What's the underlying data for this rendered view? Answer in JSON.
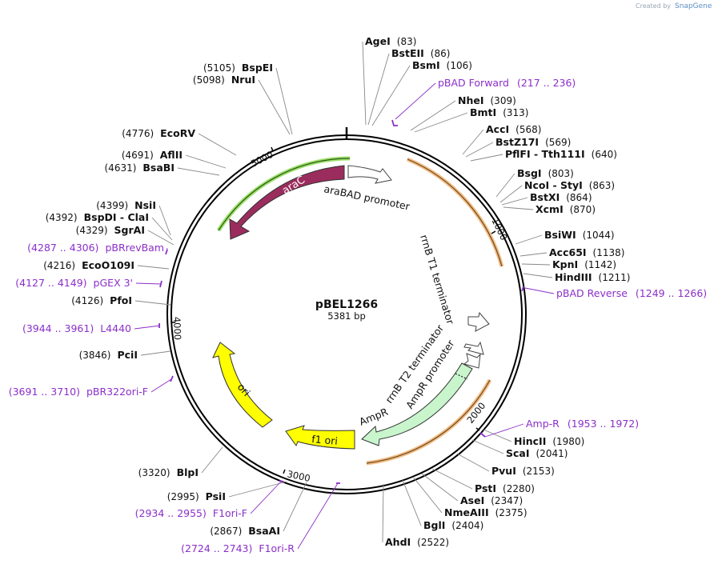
{
  "credit": {
    "prefix": "Created by",
    "brand": "SnapGene"
  },
  "plasmid": {
    "name": "pBEL1266",
    "length_label": "5381 bp",
    "length": 5381
  },
  "ticks": [
    "1000",
    "2000",
    "3000",
    "4000",
    "5000"
  ],
  "enzymes": [
    {
      "name": "AgeI",
      "pos": "(83)"
    },
    {
      "name": "BstEII",
      "pos": "(86)"
    },
    {
      "name": "BsmI",
      "pos": "(106)"
    },
    {
      "name": "NheI",
      "pos": "(309)"
    },
    {
      "name": "BmtI",
      "pos": "(313)"
    },
    {
      "name": "AccI",
      "pos": "(568)"
    },
    {
      "name": "BstZ17I",
      "pos": "(569)"
    },
    {
      "name": "PflFI - Tth111I",
      "pos": "(640)"
    },
    {
      "name": "BsgI",
      "pos": "(803)"
    },
    {
      "name": "NcoI - StyI",
      "pos": "(863)"
    },
    {
      "name": "BstXI",
      "pos": "(864)"
    },
    {
      "name": "XcmI",
      "pos": "(870)"
    },
    {
      "name": "BsiWI",
      "pos": "(1044)"
    },
    {
      "name": "Acc65I",
      "pos": "(1138)"
    },
    {
      "name": "KpnI",
      "pos": "(1142)"
    },
    {
      "name": "HindIII",
      "pos": "(1211)"
    },
    {
      "name": "HincII",
      "pos": "(1980)"
    },
    {
      "name": "ScaI",
      "pos": "(2041)"
    },
    {
      "name": "PvuI",
      "pos": "(2153)"
    },
    {
      "name": "PstI",
      "pos": "(2280)"
    },
    {
      "name": "AseI",
      "pos": "(2347)"
    },
    {
      "name": "NmeAIII",
      "pos": "(2375)"
    },
    {
      "name": "BglI",
      "pos": "(2404)"
    },
    {
      "name": "AhdI",
      "pos": "(2522)"
    },
    {
      "name": "BsaAI",
      "pos": "(2867)"
    },
    {
      "name": "PsiI",
      "pos": "(2995)"
    },
    {
      "name": "BlpI",
      "pos": "(3320)"
    },
    {
      "name": "PciI",
      "pos": "(3846)"
    },
    {
      "name": "PfoI",
      "pos": "(4126)"
    },
    {
      "name": "EcoO109I",
      "pos": "(4216)"
    },
    {
      "name": "SgrAI",
      "pos": "(4329)"
    },
    {
      "name": "BspDI - ClaI",
      "pos": "(4392)"
    },
    {
      "name": "NsiI",
      "pos": "(4399)"
    },
    {
      "name": "BsaBI",
      "pos": "(4631)"
    },
    {
      "name": "AflII",
      "pos": "(4691)"
    },
    {
      "name": "EcoRV",
      "pos": "(4776)"
    },
    {
      "name": "NruI",
      "pos": "(5098)"
    },
    {
      "name": "BspEI",
      "pos": "(5105)"
    }
  ],
  "primers": [
    {
      "name": "pBAD Forward",
      "range": "(217 .. 236)"
    },
    {
      "name": "pBAD Reverse",
      "range": "(1249 .. 1266)"
    },
    {
      "name": "Amp-R",
      "range": "(1953 .. 1972)"
    },
    {
      "name": "F1ori-R",
      "range": "(2724 .. 2743)"
    },
    {
      "name": "F1ori-F",
      "range": "(2934 .. 2955)"
    },
    {
      "name": "pBR322ori-F",
      "range": "(3691 .. 3710)"
    },
    {
      "name": "L4440",
      "range": "(3944 .. 3961)"
    },
    {
      "name": "pGEX 3'",
      "range": "(4127 .. 4149)"
    },
    {
      "name": "pBRrevBam",
      "range": "(4287 .. 4306)"
    }
  ],
  "features": [
    {
      "name": "araC",
      "color": "#9b2c5e"
    },
    {
      "name": "araBAD promoter",
      "color": "#ffffff"
    },
    {
      "name": "rrnB T1 terminator",
      "color": "#ffffff"
    },
    {
      "name": "rrnB T2 terminator",
      "color": "#ffffff"
    },
    {
      "name": "AmpR promoter",
      "color": "#ffffff"
    },
    {
      "name": "AmpR",
      "color": "#c8f5cc"
    },
    {
      "name": "f1 ori",
      "color": "#ffff00"
    },
    {
      "name": "ori",
      "color": "#ffff00"
    }
  ],
  "colors": {
    "primer": "#8b2fc9",
    "orf_highlight": "#f0b070",
    "arac_highlight": "#9be06a"
  }
}
